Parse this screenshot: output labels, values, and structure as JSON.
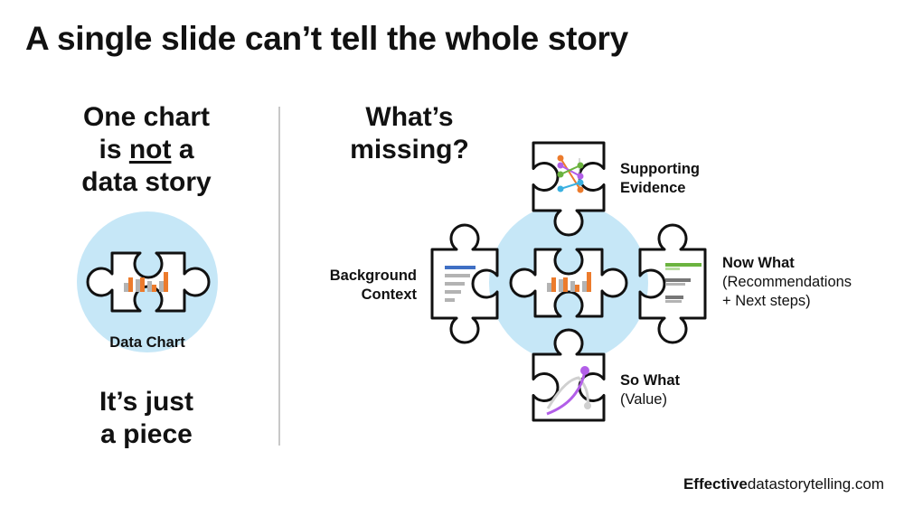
{
  "title": "A single slide can’t tell the whole story",
  "left": {
    "heading_line1": "One chart",
    "heading_line2_pre": "is ",
    "heading_line2_em": "not",
    "heading_line2_post": " a",
    "heading_line3": "data story",
    "piece_label": "Data Chart",
    "footer_line1": "It’s just",
    "footer_line2": "a piece"
  },
  "right": {
    "heading_line1": "What’s",
    "heading_line2": "missing?",
    "pieces": {
      "top": {
        "line1": "Supporting",
        "line2": "Evidence"
      },
      "left": {
        "line1": "Background",
        "line2": "Context"
      },
      "right": {
        "line1": "Now What",
        "line2": "(Recommendations",
        "line3": "+ Next steps)"
      },
      "bottom": {
        "line1": "So What",
        "line2": "(Value)"
      }
    }
  },
  "footer": {
    "brand_bold": "Effective",
    "brand_rest": "datastorytelling.com"
  },
  "colors": {
    "circle": "#c6e7f7",
    "orange": "#ec7b2c",
    "gray": "#b3b3b3",
    "blue": "#3f6fc4",
    "green": "#6bb33f",
    "purple": "#b25ee8"
  }
}
